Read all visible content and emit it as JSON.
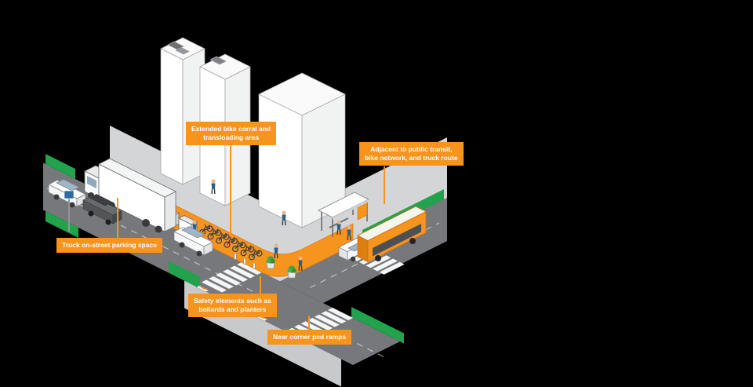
{
  "scene": {
    "colors": {
      "background": "#000000",
      "accent_orange": "#F7941D",
      "road_gray": "#77787B",
      "sidewalk_gray": "#D4D5D6",
      "green_buffer": "#22A24C",
      "building_white": "#FFFFFF"
    },
    "elements": [
      "buildings",
      "truck",
      "cars",
      "bus",
      "transit-shelter",
      "bike-corral",
      "crosswalks",
      "ped-ramps",
      "planters",
      "bollards",
      "pedestrians",
      "green-buffers"
    ]
  },
  "callouts": [
    {
      "id": "extended-bike-corral",
      "lines": [
        "Extended bike corral and",
        "transloading area"
      ]
    },
    {
      "id": "adjacent-transit",
      "lines": [
        "Adjacent to public transit,",
        "bike network, and truck route"
      ]
    },
    {
      "id": "truck-parking",
      "lines": [
        "Truck on-street parking space"
      ]
    },
    {
      "id": "safety-elements",
      "lines": [
        "Safety elements such as",
        "bollards and planters"
      ]
    },
    {
      "id": "ped-ramps",
      "lines": [
        "Near corner ped ramps"
      ]
    }
  ]
}
